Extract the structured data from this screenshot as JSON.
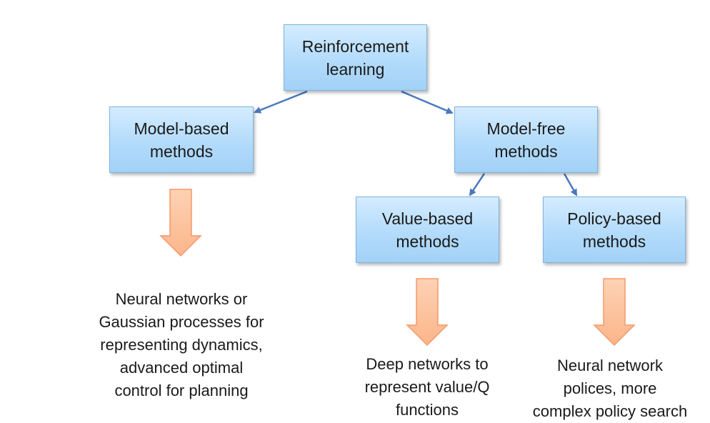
{
  "nodes": {
    "root": "Reinforcement\nlearning",
    "model_based": "Model-based\nmethods",
    "model_free": "Model-free\nmethods",
    "value_based": "Value-based\nmethods",
    "policy_based": "Policy-based\nmethods"
  },
  "notes": {
    "model_based": "Neural networks or\nGaussian processes for\nrepresenting dynamics,\nadvanced optimal\ncontrol for planning",
    "value_based": "Deep networks to\nrepresent value/Q\nfunctions",
    "policy_based": "Neural network\npolices, more\ncomplex policy search"
  },
  "colors": {
    "box_fill": "#b3dbfb",
    "box_border": "#7fb2e0",
    "connector": "#4a78bd",
    "block_arrow_fill": "#fdbf98",
    "block_arrow_stroke": "#f59868"
  }
}
